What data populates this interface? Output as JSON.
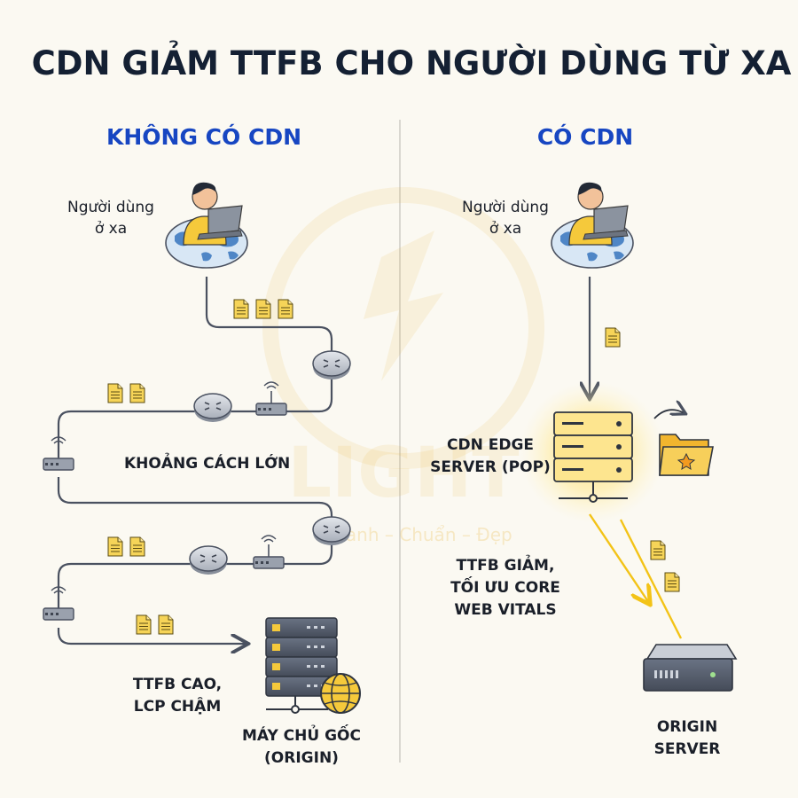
{
  "title": "CDN GIẢM TTFB CHO NGƯỜI DÙNG TỪ XA",
  "left": {
    "heading": "KHÔNG CÓ CDN",
    "user_label_line1": "Người dùng",
    "user_label_line2": "ở xa",
    "distance_label": "KHOẢNG CÁCH LỚN",
    "result_line1": "TTFB CAO,",
    "result_line2": "LCP CHẬM",
    "origin_line1": "MÁY CHỦ GỐC",
    "origin_line2": "(ORIGIN)"
  },
  "right": {
    "heading": "CÓ CDN",
    "user_label_line1": "Người dùng",
    "user_label_line2": "ở xa",
    "edge_line1": "CDN EDGE",
    "edge_line2": "SERVER (POP)",
    "result_line1": "TTFB GIẢM,",
    "result_line2": "TỐI ƯU CORE",
    "result_line3": "WEB VITALS",
    "origin_line1": "ORIGIN",
    "origin_line2": "SERVER"
  },
  "watermark": {
    "line": "Nhanh – Chuẩn – Đẹp",
    "logo": "LIGHT"
  },
  "colors": {
    "heading_blue": "#1746c2",
    "line_gray": "#4a5160",
    "file_yellow": "#f6d458",
    "glow_yellow": "#ffd84a",
    "arrow_yellow": "#f3c317"
  }
}
